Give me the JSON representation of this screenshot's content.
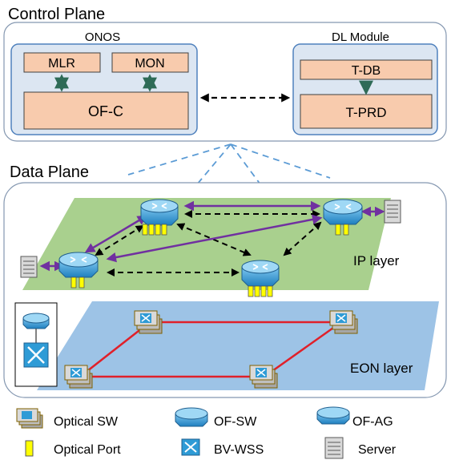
{
  "control_plane": {
    "title": "Control Plane",
    "onos": {
      "title": "ONOS",
      "mlr": "MLR",
      "mon": "MON",
      "ofc": "OF-C"
    },
    "dl_module": {
      "title": "DL Module",
      "tdb": "T-DB",
      "tprd": "T-PRD"
    }
  },
  "data_plane": {
    "title": "Data Plane",
    "ip_layer_label": "IP layer",
    "eon_layer_label": "EON layer"
  },
  "legend": {
    "optical_sw": "Optical SW",
    "of_sw": "OF-SW",
    "of_ag": "OF-AG",
    "optical_port": "Optical Port",
    "bv_wss": "BV-WSS",
    "server": "Server"
  },
  "colors": {
    "control_box_fill": "#dce6f2",
    "control_box_stroke": "#4f81bd",
    "module_fill": "#f8cbad",
    "ip_layer_fill": "#a9d08e",
    "eon_layer_fill": "#9dc3e6",
    "purple_link": "#7030a0",
    "red_link": "#e0202a",
    "port_yellow": "#ffff00",
    "device_blue": "#2e9bd6"
  }
}
